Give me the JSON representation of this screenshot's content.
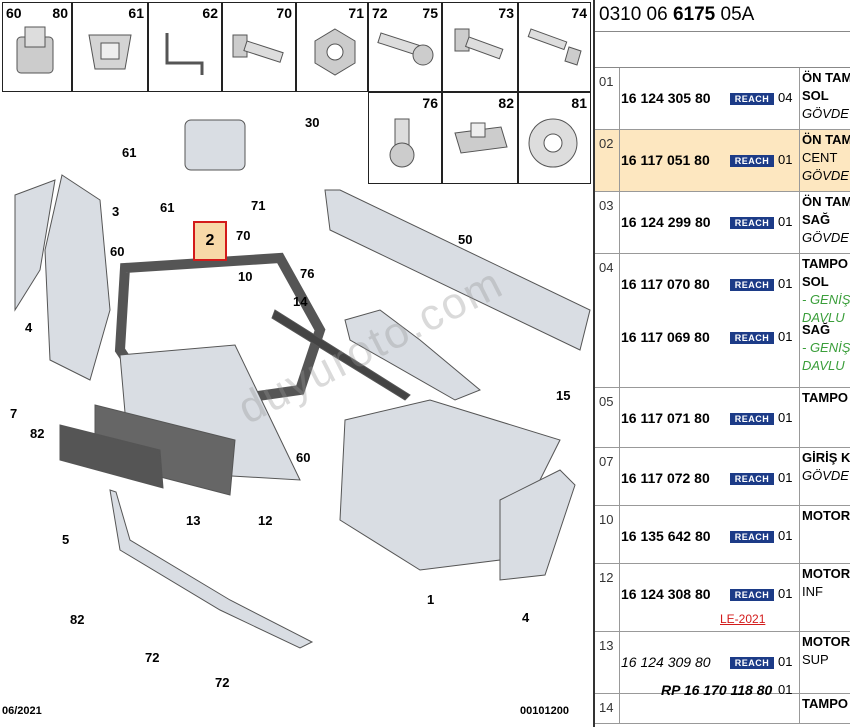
{
  "diagram": {
    "thumbnails_top": [
      {
        "left": "60",
        "right": "80"
      },
      {
        "left": "",
        "right": "61"
      },
      {
        "left": "",
        "right": "62"
      },
      {
        "left": "",
        "right": "70"
      },
      {
        "left": "",
        "right": "71"
      },
      {
        "left": "72",
        "right": "75"
      },
      {
        "left": "",
        "right": "73"
      },
      {
        "left": "",
        "right": "74"
      }
    ],
    "thumbnails_bottom": [
      {
        "left": "",
        "right": "76"
      },
      {
        "left": "",
        "right": "82"
      },
      {
        "left": "",
        "right": "81"
      }
    ],
    "callouts": [
      "30",
      "61",
      "3",
      "61",
      "71",
      "70",
      "60",
      "4",
      "10",
      "76",
      "14",
      "50",
      "2",
      "7",
      "82",
      "15",
      "60",
      "13",
      "12",
      "5",
      "82",
      "72",
      "72",
      "1",
      "4"
    ],
    "highlight_label": "2",
    "footer_left": "06/2021",
    "footer_right": "00101200",
    "watermark": "duyuroto.com"
  },
  "parts": {
    "reference_prefix": "0310 06 ",
    "reference_bold": "6175",
    "reference_suffix": " 05A",
    "reach_label": "REACH",
    "rows": [
      {
        "idx": "01",
        "lines": [
          {
            "pn": "16 124 305 80",
            "qty": "04",
            "desc": [
              "ÖN TAM",
              "SOL",
              "GÖVDE"
            ]
          }
        ]
      },
      {
        "idx": "02",
        "selected": true,
        "lines": [
          {
            "pn": "16 117 051 80",
            "qty": "01",
            "desc": [
              "ÖN TAM",
              "CENT",
              "GÖVDE"
            ]
          }
        ]
      },
      {
        "idx": "03",
        "lines": [
          {
            "pn": "16 124 299 80",
            "qty": "01",
            "desc": [
              "ÖN TAM",
              "SAĞ",
              "GÖVDE"
            ]
          }
        ]
      },
      {
        "idx": "04",
        "lines": [
          {
            "pn": "16 117 070 80",
            "qty": "01",
            "desc": [
              "TAMPO",
              "SOL",
              "- GENİŞ",
              "DAVLU"
            ]
          },
          {
            "pn": "16 117 069 80",
            "qty": "01",
            "desc": [
              "SAĞ",
              "- GENİŞ",
              "DAVLU"
            ]
          }
        ]
      },
      {
        "idx": "05",
        "lines": [
          {
            "pn": "16 117 071 80",
            "qty": "01",
            "desc": [
              "TAMPO"
            ]
          }
        ]
      },
      {
        "idx": "07",
        "lines": [
          {
            "pn": "16 117 072 80",
            "qty": "01",
            "desc": [
              "GİRİŞ K",
              "GÖVDE"
            ]
          }
        ]
      },
      {
        "idx": "10",
        "lines": [
          {
            "pn": "16 135 642 80",
            "qty": "01",
            "desc": [
              "MOTOR"
            ]
          }
        ]
      },
      {
        "idx": "12",
        "lines": [
          {
            "pn": "16 124 308 80",
            "qty": "01",
            "desc": [
              "MOTOR",
              "INF"
            ],
            "note": "LE-2021"
          }
        ]
      },
      {
        "idx": "13",
        "lines": [
          {
            "pn": "16 124 309 80",
            "qty": "01",
            "desc": [
              "MOTOR",
              "SUP"
            ]
          },
          {
            "pn": "RP 16 170 118 80",
            "qty": "01",
            "desc": []
          }
        ]
      },
      {
        "idx": "14",
        "lines": [
          {
            "pn": "",
            "qty": "",
            "desc": [
              "TAMPO"
            ]
          }
        ]
      }
    ]
  }
}
